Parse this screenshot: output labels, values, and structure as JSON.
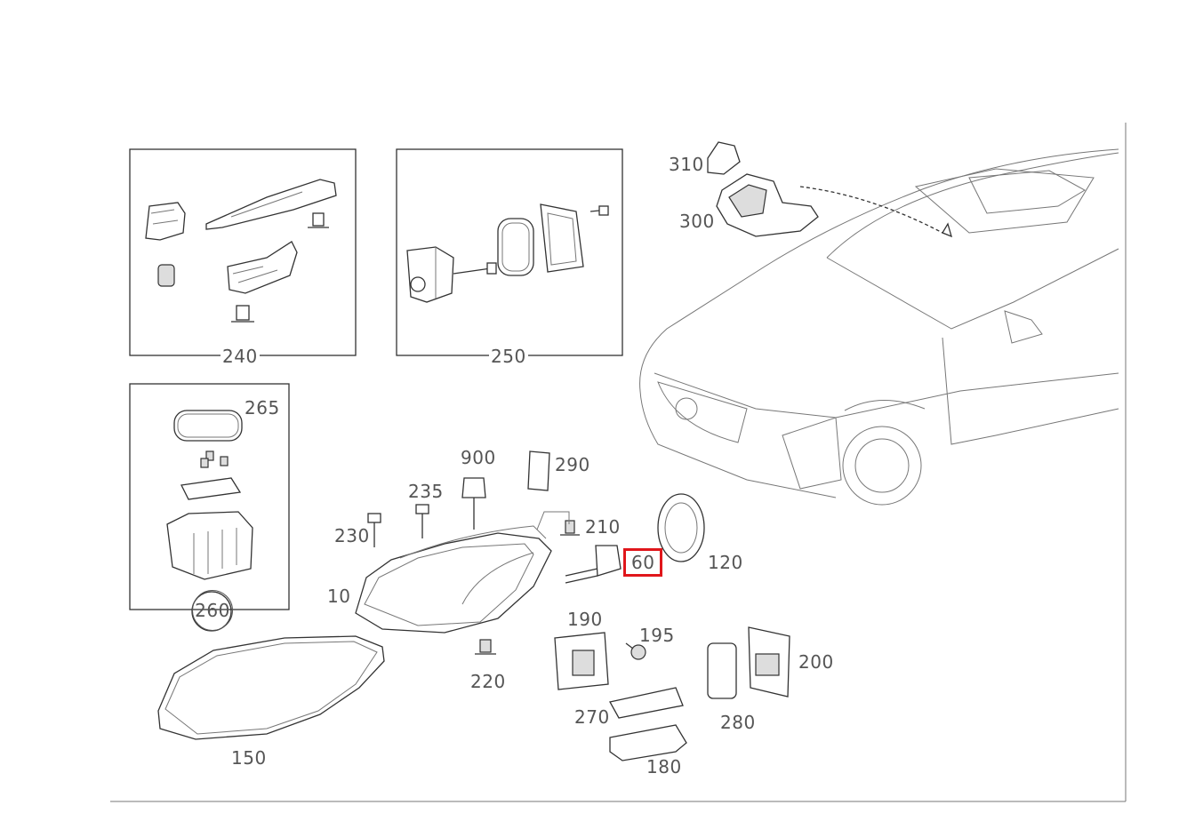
{
  "parts": {
    "p240": "240",
    "p250": "250",
    "p265": "265",
    "p260": "260",
    "p310": "310",
    "p300": "300",
    "p900": "900",
    "p290": "290",
    "p235": "235",
    "p230": "230",
    "p210": "210",
    "p10": "10",
    "p60": "60",
    "p120": "120",
    "p190": "190",
    "p195": "195",
    "p200": "200",
    "p220": "220",
    "p270": "270",
    "p280": "280",
    "p150": "150",
    "p180": "180"
  },
  "highlight": {
    "part": "60",
    "color": "#e0161b"
  }
}
